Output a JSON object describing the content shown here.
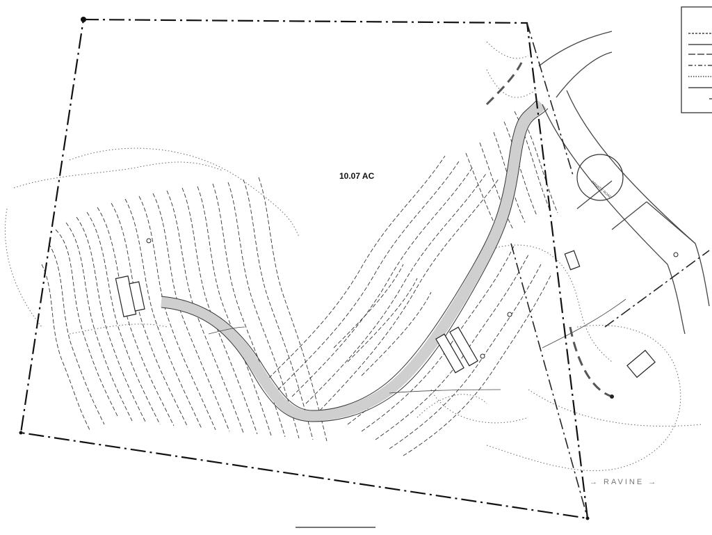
{
  "site_plan": {
    "area_label": "10.07 AC",
    "ravine_label": "→ RAVINE →",
    "road_label": "PRIVATE ROAD"
  }
}
